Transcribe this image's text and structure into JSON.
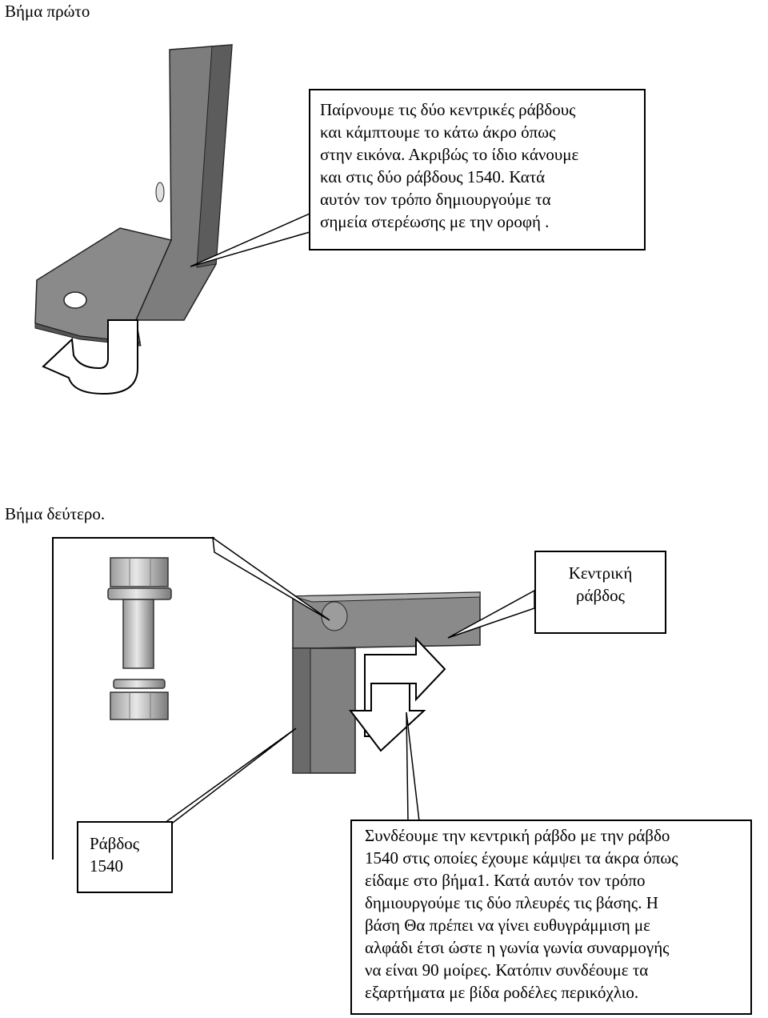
{
  "step1": {
    "heading": "Βήμα πρώτο",
    "callout_text": "Παίρνουμε τις δύο κεντρικές ράβδους\nκαι κάμπτουμε το κάτω άκρο όπως\nστην εικόνα. Ακριβώς το ίδιο κάνουμε\nκαι στις δύο ράβδους 1540. Κατά\nαυτόν τον τρόπο δημιουργούμε τα\nσημεία στερέωσης με την οροφή ."
  },
  "step2": {
    "heading": "Βήμα δεύτερο.",
    "label_central_rod": "Κεντρική\nράβδος",
    "label_rod_1540": "Ράβδος\n1540",
    "instructions": "Συνδέουμε την κεντρική ράβδο με την ράβδο\n1540 στις οποίες έχουμε κάμψει τα άκρα όπως\nείδαμε στο βήμα1. Κατά αυτόν τον τρόπο\nδημιουργούμε τις δύο πλευρές τις βάσης. Η\nβάση Θα πρέπει να γίνει ευθυγράμμιση με\nαλφάδι έτσι ώστε η γωνία  γωνία συναρμογής\nνα είναι 90 μοίρες. Κατόπιν συνδέουμε τα\nεξαρτήματα με βίδα ροδέλες περικόχλιο."
  }
}
